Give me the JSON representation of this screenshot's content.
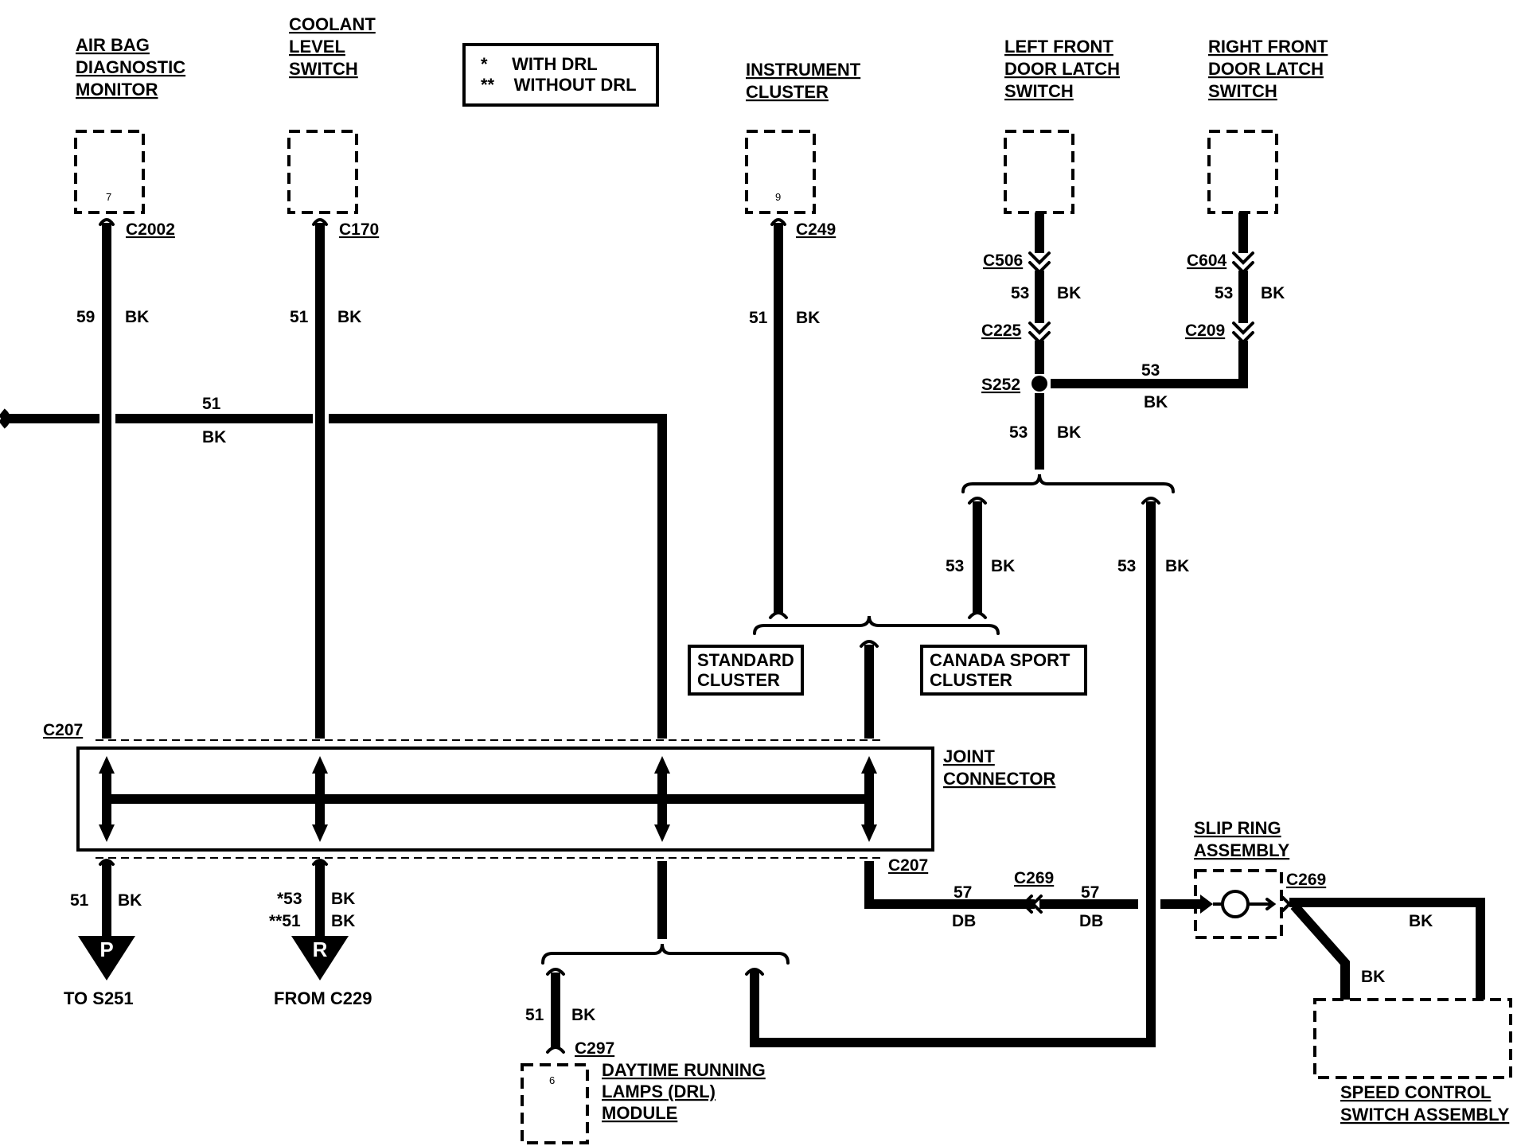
{
  "legend": {
    "line1": "*     WITH DRL",
    "line2": "**    WITHOUT DRL"
  },
  "components": {
    "airbag": {
      "l1": "AIR BAG",
      "l2": "DIAGNOSTIC",
      "l3": "MONITOR",
      "pin": "7",
      "conn": "C2002"
    },
    "coolant": {
      "l1": "COOLANT",
      "l2": "LEVEL",
      "l3": "SWITCH",
      "conn": "C170"
    },
    "instrument": {
      "l1": "INSTRUMENT",
      "l2": "CLUSTER",
      "pin": "9",
      "conn": "C249"
    },
    "lfdoor": {
      "l1": "LEFT FRONT",
      "l2": "DOOR LATCH",
      "l3": "SWITCH",
      "conn1": "C506",
      "conn2": "C225"
    },
    "rfdoor": {
      "l1": "RIGHT FRONT",
      "l2": "DOOR LATCH",
      "l3": "SWITCH",
      "conn1": "C604",
      "conn2": "C209"
    },
    "splice": "S252",
    "standard_cluster": {
      "l1": "STANDARD",
      "l2": "CLUSTER"
    },
    "canada_cluster": {
      "l1": "CANADA SPORT",
      "l2": "CLUSTER"
    },
    "joint": {
      "l1": "JOINT",
      "l2": "CONNECTOR",
      "conn_top": "C207",
      "conn_bottom": "C207"
    },
    "slip_ring": {
      "l1": "SLIP RING",
      "l2": "ASSEMBLY",
      "conn": "C269"
    },
    "inline_conn": "C269",
    "drl": {
      "l1": "DAYTIME RUNNING",
      "l2": "LAMPS (DRL)",
      "l3": "MODULE",
      "pin": "6",
      "conn": "C297"
    },
    "speed_control": {
      "l1": "SPEED CONTROL",
      "l2": "SWITCH ASSEMBLY"
    },
    "to_s251": {
      "letter": "P",
      "label": "TO S251"
    },
    "from_c229": {
      "letter": "R",
      "label": "FROM C229"
    }
  },
  "wires": {
    "airbag": {
      "num": "59",
      "color": "BK"
    },
    "coolant": {
      "num": "51",
      "color": "BK"
    },
    "instrument": {
      "num": "51",
      "color": "BK"
    },
    "horizontal": {
      "num": "51",
      "color": "BK"
    },
    "lf_upper": {
      "num": "53",
      "color": "BK"
    },
    "rf_upper": {
      "num": "53",
      "color": "BK"
    },
    "rf_to_splice": {
      "num": "53",
      "color": "BK"
    },
    "splice_down": {
      "num": "53",
      "color": "BK"
    },
    "canada": {
      "num": "53",
      "color": "BK"
    },
    "right_long": {
      "num": "53",
      "color": "BK"
    },
    "to_s251": {
      "num": "51",
      "color": "BK"
    },
    "from_c229": {
      "num1": "*53",
      "num2": "**51",
      "color1": "BK",
      "color2": "BK"
    },
    "drl": {
      "num": "51",
      "color": "BK"
    },
    "db_left": {
      "num": "57",
      "color": "DB"
    },
    "db_right": {
      "num": "57",
      "color": "DB"
    },
    "speed_top": {
      "color": "BK"
    },
    "speed_diag": {
      "color": "BK"
    }
  }
}
